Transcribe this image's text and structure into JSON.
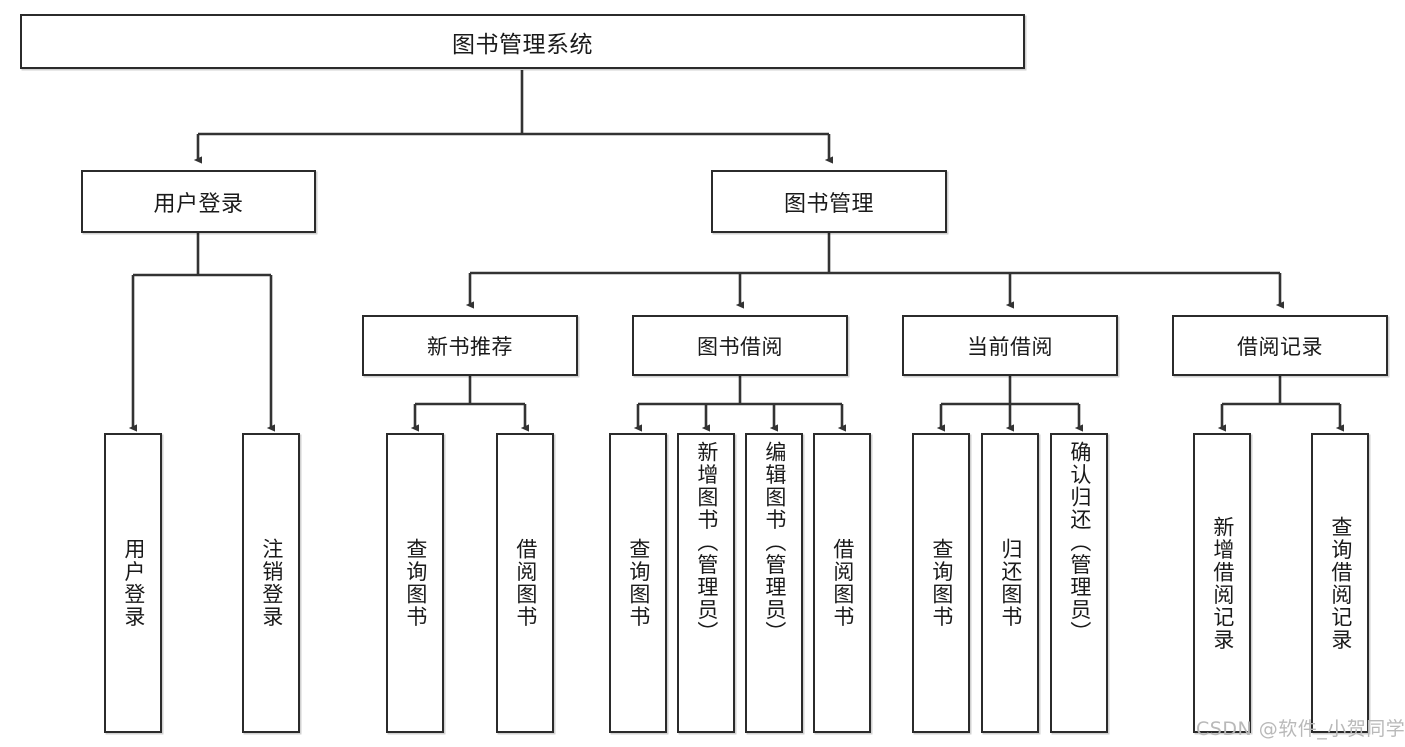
{
  "diagram": {
    "title": "图书管理系统",
    "type": "tree-hierarchy-diagram",
    "watermark": "CSDN @软件_小贺同学",
    "colors": {
      "box_border": "#2b2b2b",
      "box_fill": "#ffffff",
      "connector": "#333333",
      "text": "#1a1a1a",
      "watermark": "#b9b9b9",
      "background": "#ffffff"
    }
  },
  "nodes": {
    "root": {
      "label": "图书管理系统"
    },
    "level2": [
      {
        "id": "user-login",
        "label": "用户登录"
      },
      {
        "id": "book-management",
        "label": "图书管理"
      }
    ],
    "level3": [
      {
        "id": "new-book-recommend",
        "label": "新书推荐"
      },
      {
        "id": "book-borrow",
        "label": "图书借阅"
      },
      {
        "id": "current-borrow",
        "label": "当前借阅"
      },
      {
        "id": "borrow-record",
        "label": "借阅记录"
      }
    ],
    "leaves": {
      "user-login": [
        {
          "id": "leaf-user-login",
          "label": "用户登录"
        },
        {
          "id": "leaf-user-logout",
          "label": "注销登录"
        }
      ],
      "new-book-recommend": [
        {
          "id": "leaf-query-book-1",
          "label": "查询图书"
        },
        {
          "id": "leaf-borrow-book-1",
          "label": "借阅图书"
        }
      ],
      "book-borrow": [
        {
          "id": "leaf-query-book-2",
          "label": "查询图书"
        },
        {
          "id": "leaf-add-book",
          "label": "新增图书（管理员）"
        },
        {
          "id": "leaf-edit-book",
          "label": "编辑图书（管理员）"
        },
        {
          "id": "leaf-borrow-book-2",
          "label": "借阅图书"
        }
      ],
      "current-borrow": [
        {
          "id": "leaf-query-book-3",
          "label": "查询图书"
        },
        {
          "id": "leaf-return-book",
          "label": "归还图书"
        },
        {
          "id": "leaf-confirm-return",
          "label": "确认归还（管理员）"
        }
      ],
      "borrow-record": [
        {
          "id": "leaf-add-record",
          "label": "新增借阅记录"
        },
        {
          "id": "leaf-query-record",
          "label": "查询借阅记录"
        }
      ]
    }
  }
}
